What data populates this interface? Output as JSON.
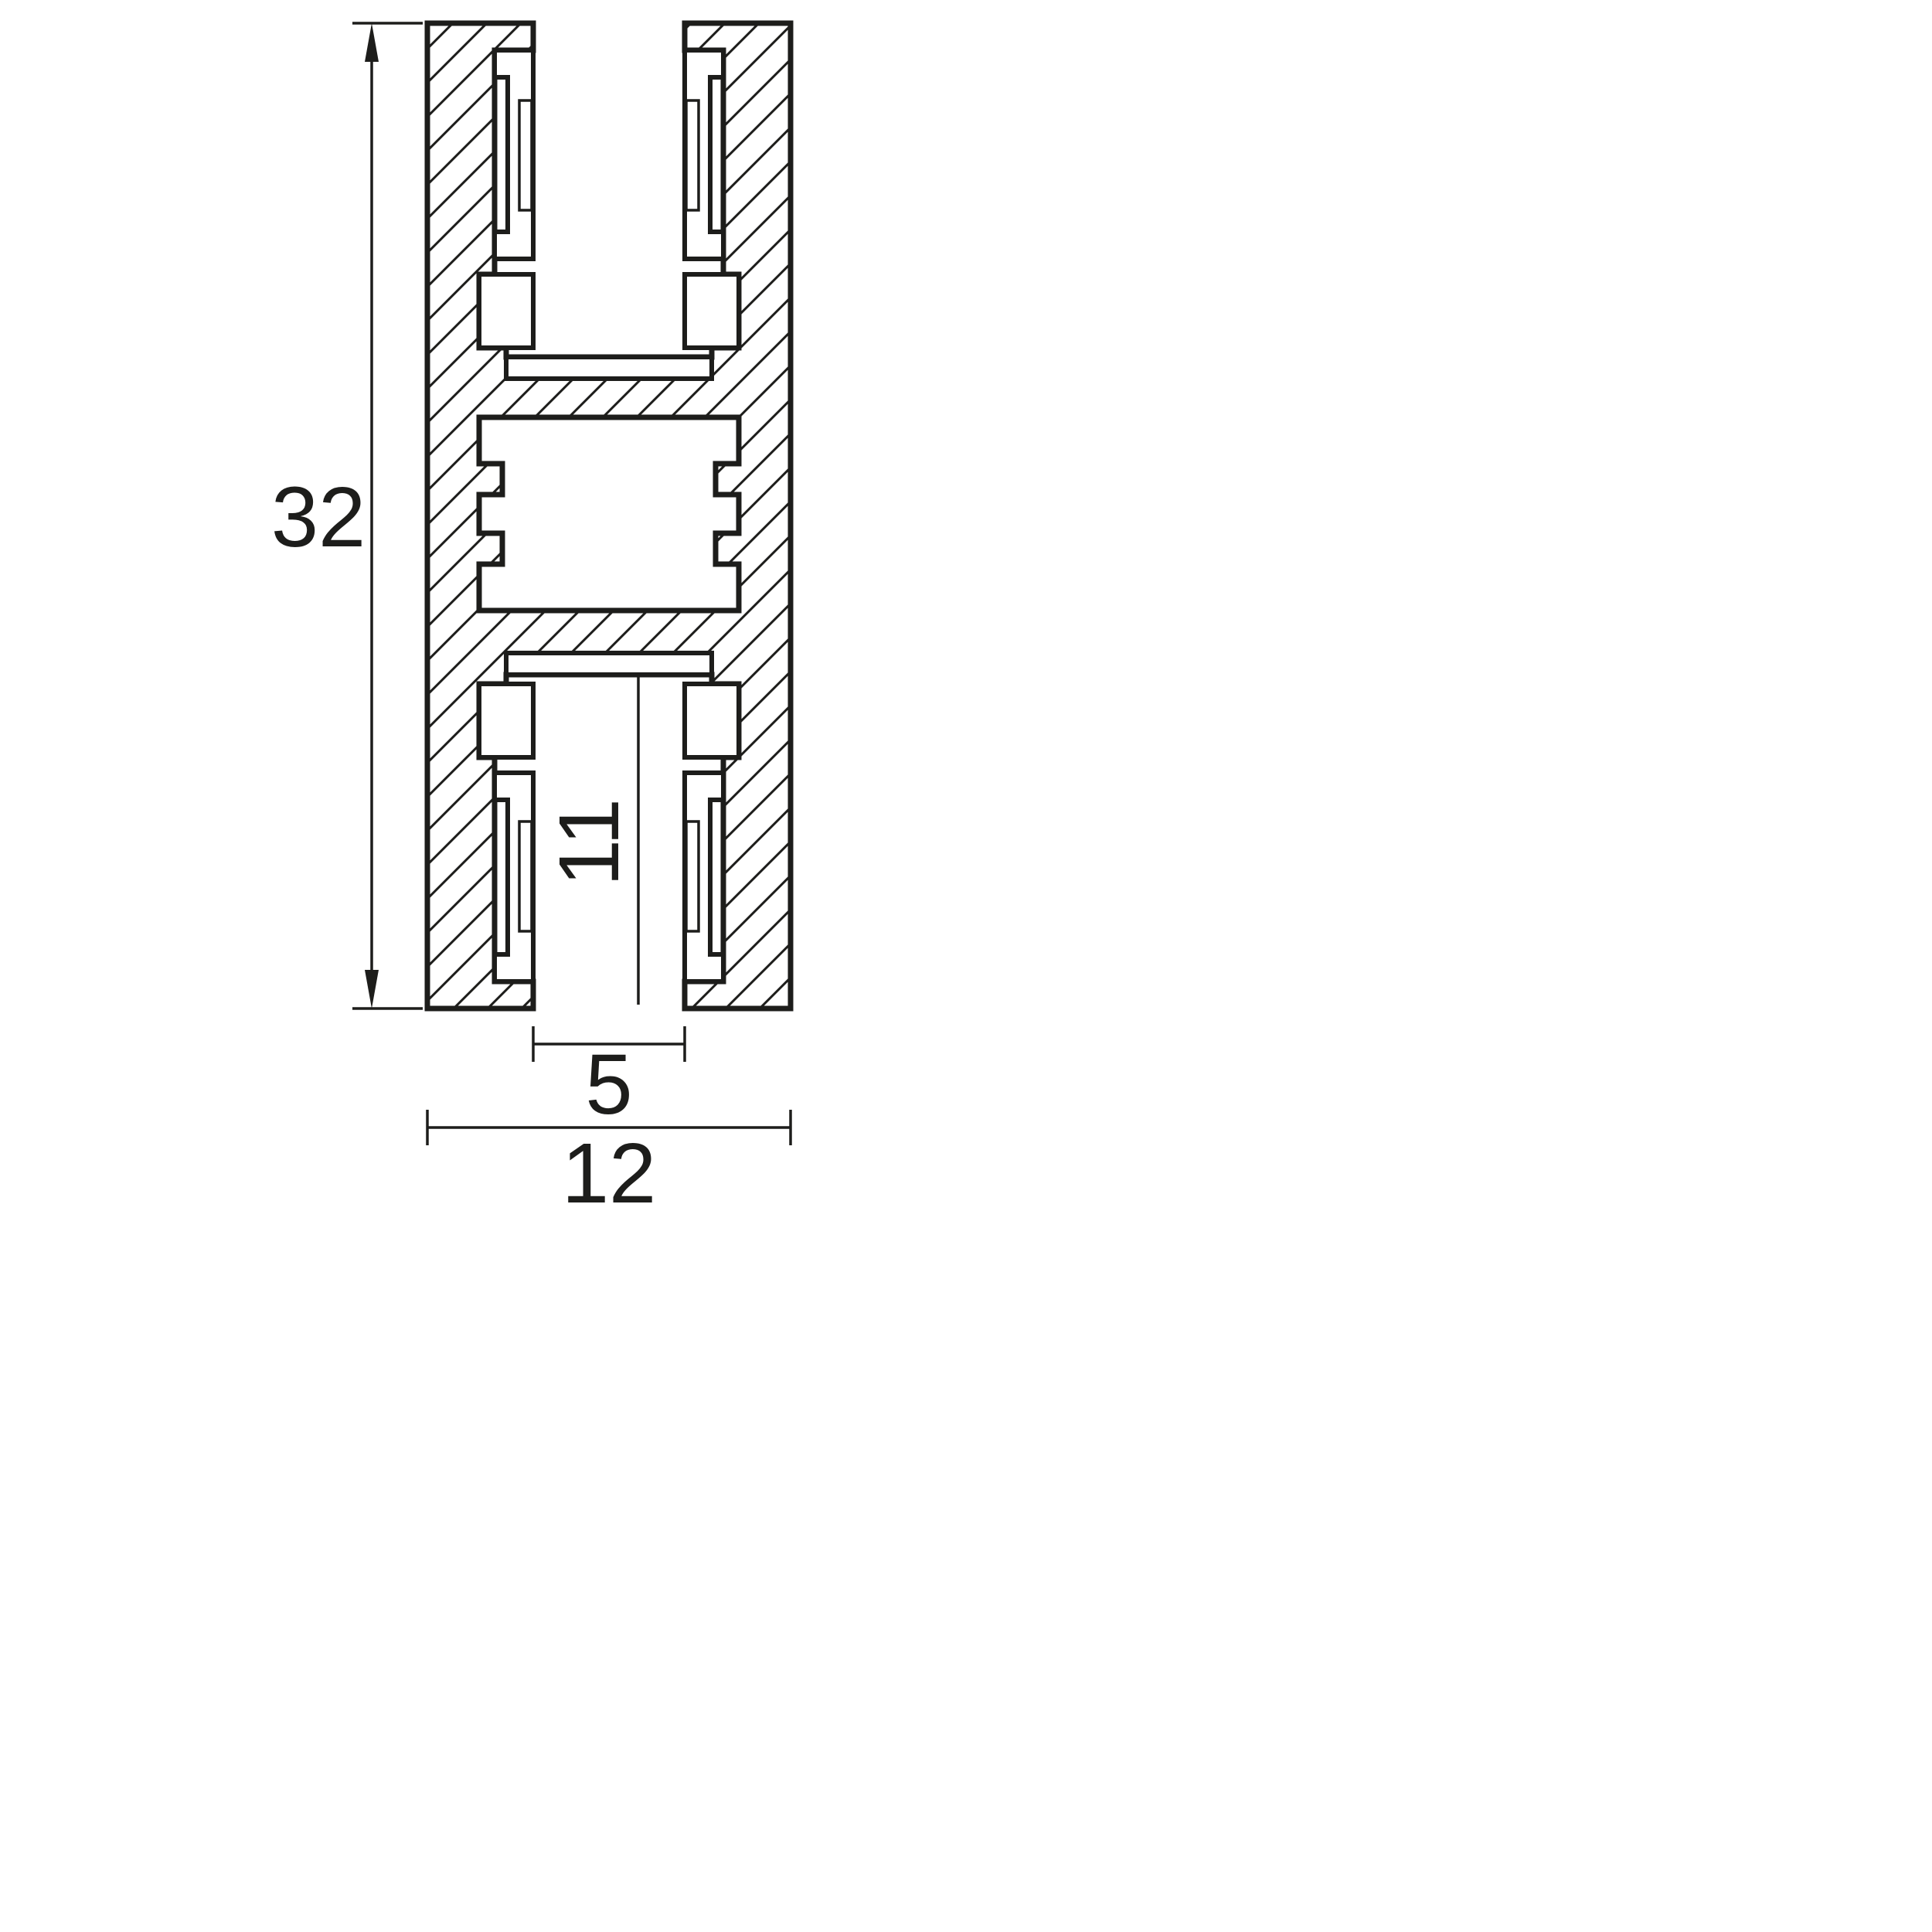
{
  "drawing": {
    "kind": "extrusion-profile-cross-section",
    "colors": {
      "line": "#1d1d1b",
      "background": "#ffffff"
    },
    "dimensions": {
      "overall_height": {
        "label": "32"
      },
      "overall_width": {
        "label": "12"
      },
      "channel_opening_width": {
        "label": "5"
      },
      "channel_depth": {
        "label": "11"
      }
    }
  }
}
